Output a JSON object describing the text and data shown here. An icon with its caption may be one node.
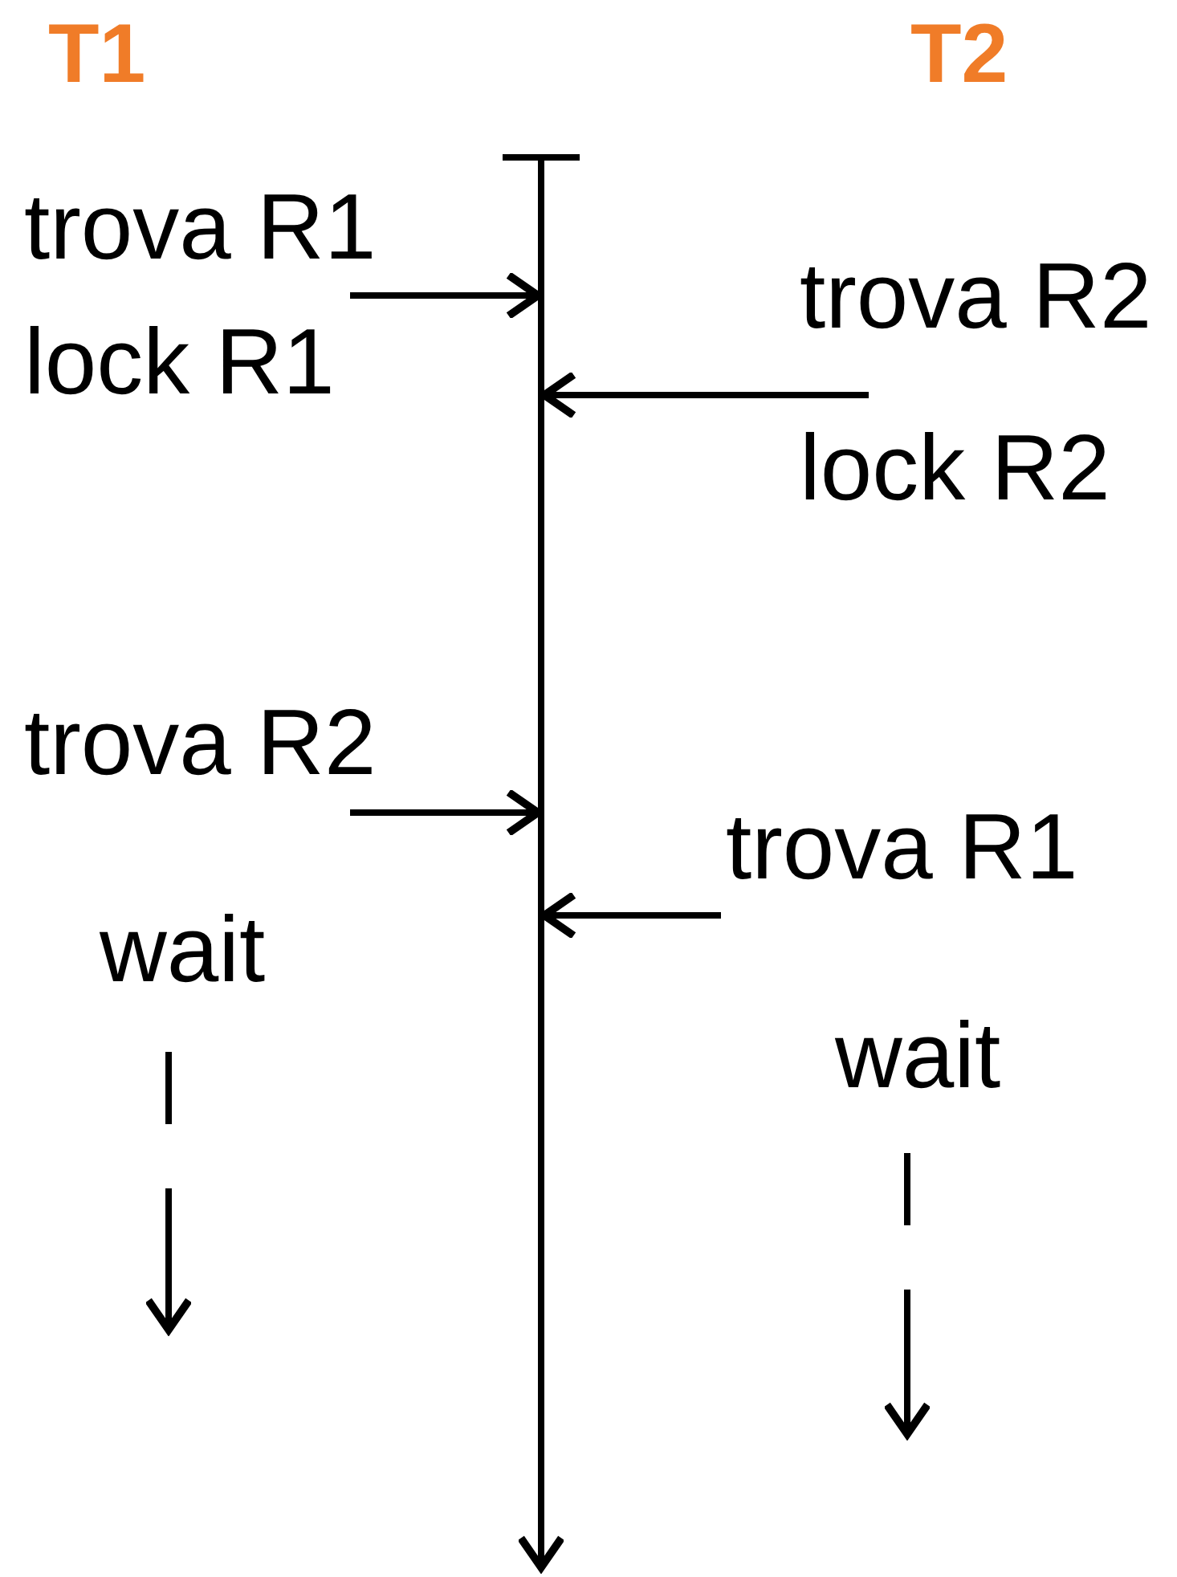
{
  "diagram": {
    "nodes": [
      {
        "text": [],
        "shape": "bar"
      },
      {
        "text": [
          "trova R1"
        ]
      },
      {
        "text": [
          "trova R2"
        ]
      },
      {
        "text": [
          "trova R2"
        ]
      },
      {
        "text": [
          "trova R1"
        ]
      }
    ],
    "edges": [
      {
        "from": 1,
        "to": 0,
        "arrow": "to"
      },
      {
        "from": 2,
        "to": 0,
        "arrow": "to"
      },
      {
        "from": 3,
        "to": 0,
        "arrow": "to"
      },
      {
        "from": 4,
        "to": 0,
        "arrow": "to"
      }
    ],
    "labels": [
      "T1",
      "T2",
      "lock R1",
      "lock R2",
      "wait",
      "wait"
    ]
  }
}
